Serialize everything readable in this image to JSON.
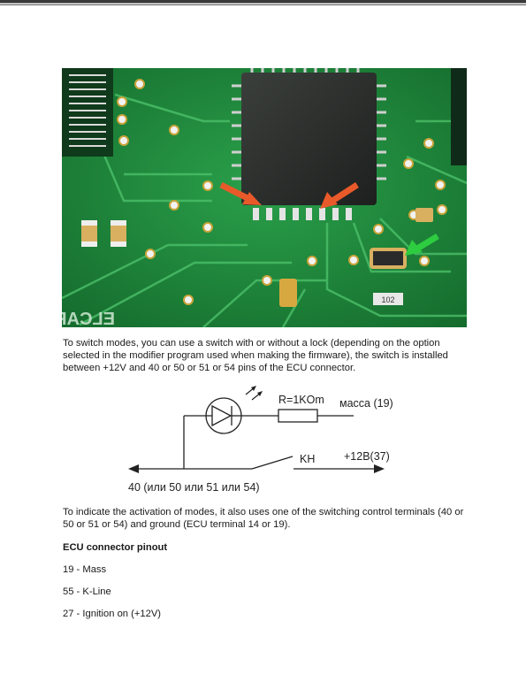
{
  "photo": {
    "silkscreen_text": "ELCAR",
    "chip_label": "102",
    "arrow_colors": {
      "red": "#e85a2a",
      "green": "#2ecc40"
    }
  },
  "paragraph_1": "To switch modes, you can use a switch with or without a lock (depending on the option selected in the modifier program used when making the firmware), the switch is installed between +12V and 40 or 50 or 51 or 54 pins of the ECU connector.",
  "diagram": {
    "resistor_label": "R=1KOm",
    "mass_label": "масса (19)",
    "switch_label": "KH",
    "power_label": "+12B(37)",
    "pins_label": "40 (или 50 или 51 или 54)"
  },
  "paragraph_2": "To indicate the activation of modes, it also uses one of the switching control terminals (40 or 50 or 51 or 54) and ground (ECU terminal 14 or 19).",
  "heading": "ECU connector pinout",
  "pinout": [
    "19 - Mass",
    "55 - K-Line",
    "27 - Ignition on (+12V)"
  ]
}
